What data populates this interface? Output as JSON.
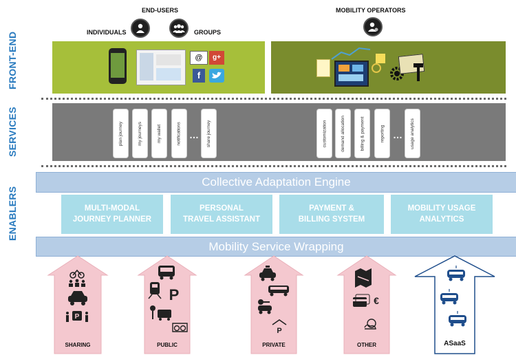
{
  "layers": {
    "front_end": "FRONT-END",
    "services": "SERVICES",
    "enablers": "ENABLERS"
  },
  "top": {
    "end_users": "END-USERS",
    "individuals": "INDIVIDUALS",
    "groups": "GROUPS",
    "mobility_operators": "MOBILITY OPERATORS"
  },
  "services": {
    "user": [
      "plan journey",
      "my journeys",
      "my wallet",
      "notifications",
      "…",
      "share journey"
    ],
    "operator": [
      "customization",
      "demand allocation",
      "billing & payment",
      "reporting",
      "…",
      "usage analytics"
    ]
  },
  "engine": "Collective Adaptation Engine",
  "enablers": [
    "MULTI-MODAL\nJOURNEY PLANNER",
    "PERSONAL\nTRAVEL ASSISTANT",
    "PAYMENT &\nBILLING SYSTEM",
    "MOBILITY USAGE\nANALYTICS"
  ],
  "wrapping": "Mobility Service Wrapping",
  "arrows": {
    "sharing": "SHARING",
    "public": "PUBLIC",
    "private": "PRIVATE",
    "other": "OTHER",
    "asaas": "ASaaS"
  },
  "colors": {
    "left_panel": "#a6bf3a",
    "right_panel": "#7a8c2d",
    "services_bar": "#7a7a7a",
    "blue_bar": "#b6cde6",
    "enabler_box": "#a9dde9",
    "arrow_pink": "#f4c8cf",
    "side_label": "#2a7bbf"
  }
}
